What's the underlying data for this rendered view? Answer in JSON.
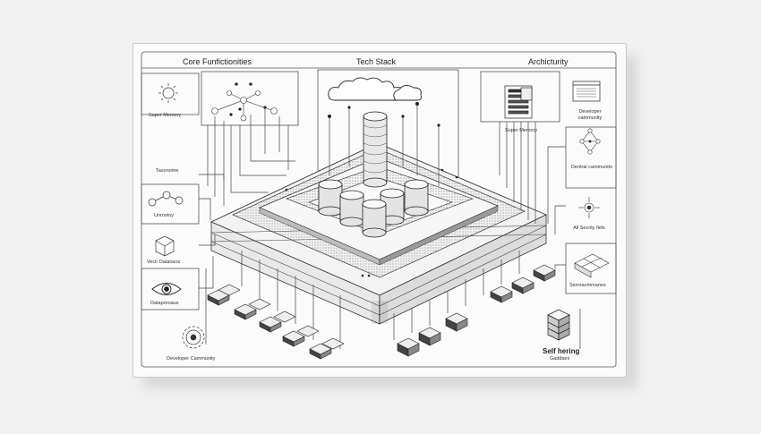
{
  "sections": {
    "core_functionalities": "Core Funfictionities",
    "tech_stack": "Tech Stack",
    "architecture": "Archicturity"
  },
  "left_labels": {
    "super_memory": "Super Memory",
    "taxonomy": "Taxonome",
    "ontology": "Unrnoloy",
    "vector_database": "Vecir Datanaos",
    "dataprocessing": "Datapreoaus",
    "developer_community": "Developer Cammunity"
  },
  "right_labels": {
    "developer_community": "Developer cammunity",
    "super_memory": "Super Memory",
    "decentral_components": "Dentral cammunito",
    "all_security_fields": "All Secrity fiels",
    "semantic_components": "Serroaommanes",
    "self_healing": "Self hering",
    "self_healing_sub": "Gaddaes"
  },
  "colors": {
    "ink": "#2a2a2a",
    "paper": "#fbfbfb",
    "background": "#f1f1f1"
  },
  "icons": [
    "sun-icon",
    "network-icon",
    "cloud-icon",
    "server-rack-icon",
    "window-icon",
    "hexagon-graph-icon",
    "molecule-icon",
    "cube-icon",
    "eye-icon",
    "gear-icon",
    "database-stack-icon"
  ]
}
